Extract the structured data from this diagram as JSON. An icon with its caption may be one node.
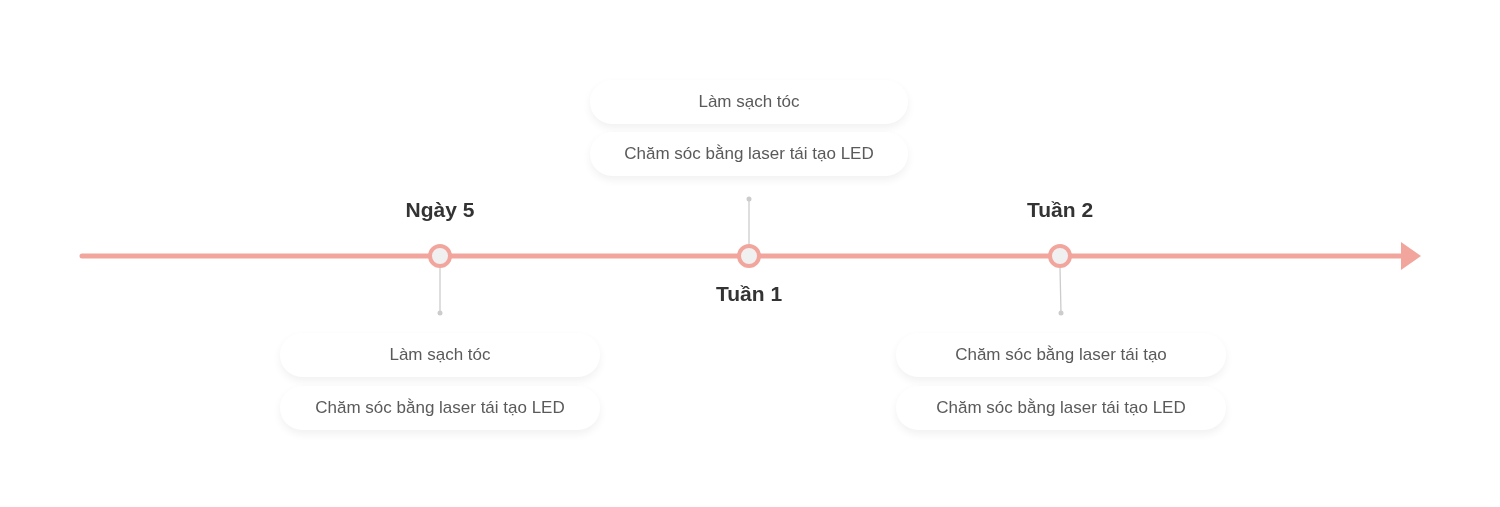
{
  "diagram": {
    "nodes": [
      {
        "text": [],
        "shape": "circle",
        "beside": [
          "Ngày 5"
        ]
      },
      {
        "text": [
          "Làm sạch tóc"
        ]
      },
      {
        "text": [
          "Chăm sóc bằng laser tái tạo LED"
        ]
      },
      {
        "text": [],
        "shape": "circle",
        "beside": [
          "Tuần 1"
        ]
      },
      {
        "text": [
          "Làm sạch tóc"
        ]
      },
      {
        "text": [
          "Chăm sóc bằng laser tái tạo LED"
        ]
      },
      {
        "text": [],
        "shape": "circle",
        "beside": [
          "Tuần 2"
        ]
      },
      {
        "text": [
          "Chăm sóc bằng laser tái tạo"
        ]
      },
      {
        "text": [
          "Chăm sóc bằng laser tái tạo LED"
        ]
      }
    ],
    "edges": [
      {
        "from": 0,
        "to": 1,
        "arrow": "other"
      },
      {
        "from": 3,
        "to": 5,
        "arrow": "other"
      },
      {
        "from": 6,
        "to": 7,
        "arrow": "other"
      }
    ]
  }
}
